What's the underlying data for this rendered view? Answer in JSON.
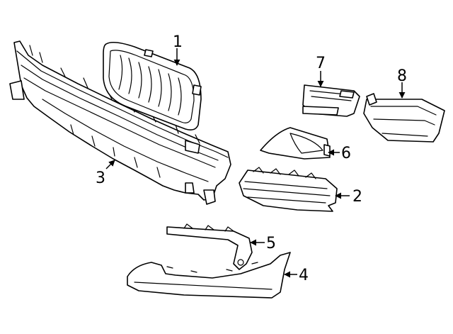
{
  "diagram": {
    "background": "#ffffff",
    "line_color": "#000000",
    "parts": [
      {
        "id": "grille",
        "number": "1"
      },
      {
        "id": "lower-grille",
        "number": "2"
      },
      {
        "id": "bumper-cover",
        "number": "3"
      },
      {
        "id": "spoiler",
        "number": "4"
      },
      {
        "id": "bracket",
        "number": "5"
      },
      {
        "id": "fog-trim",
        "number": "6"
      },
      {
        "id": "air-duct-left",
        "number": "7"
      },
      {
        "id": "air-duct-right",
        "number": "8"
      }
    ]
  }
}
